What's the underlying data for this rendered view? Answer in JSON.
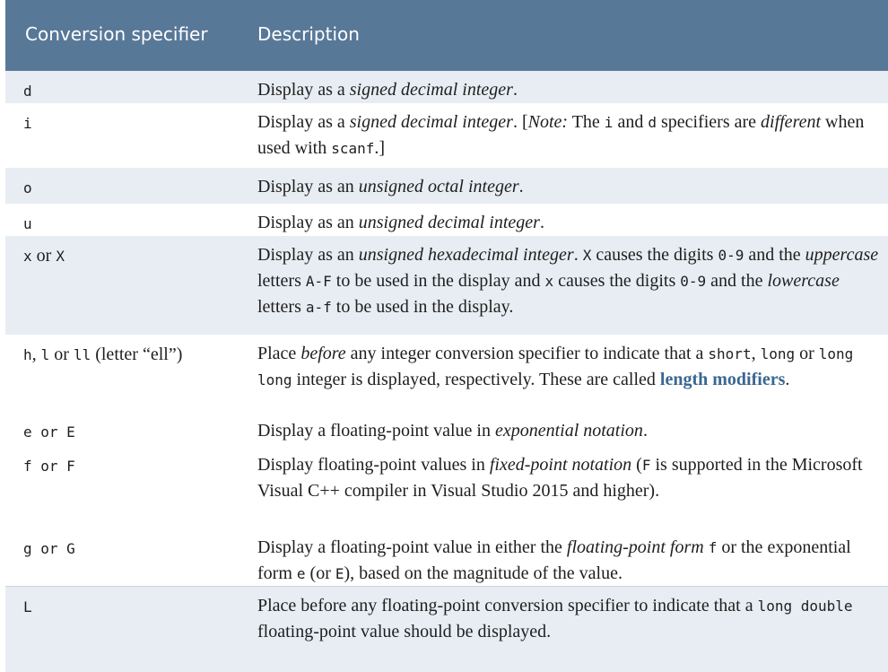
{
  "header": {
    "col1": "Conversion specifier",
    "col2": "Description"
  },
  "integer_rows": [
    {
      "spec": "d",
      "desc": [
        "Display as a ",
        "signed decimal integer",
        "."
      ]
    },
    {
      "spec": "i",
      "desc": [
        "Display as a ",
        "signed decimal integer",
        ". [",
        "Note:",
        " The ",
        "i",
        " and ",
        "d",
        " specifiers are ",
        "different",
        " when used with ",
        "scanf",
        ".]"
      ]
    },
    {
      "spec": "o",
      "desc": [
        "Display as an ",
        "unsigned octal integer",
        "."
      ]
    },
    {
      "spec": "u",
      "desc": [
        "Display as an ",
        "unsigned decimal integer",
        "."
      ]
    },
    {
      "spec": [
        "x",
        " or ",
        "X"
      ],
      "desc": [
        "Display as an ",
        "unsigned hexadecimal integer",
        ". ",
        "X",
        " causes the digits ",
        "0-9",
        " and the ",
        "uppercase",
        " letters ",
        "A-F",
        " to be used in the display and ",
        "x",
        " causes the digits ",
        "0-9",
        " and the ",
        "lowercase",
        " letters ",
        "a-f",
        " to be used in the display."
      ]
    },
    {
      "spec": [
        "h",
        ", ",
        "l",
        " or ",
        "ll",
        " (letter “ell”)"
      ],
      "desc": [
        "Place ",
        "before",
        " any integer conversion specifier to indicate that a ",
        "short",
        ", ",
        "long",
        " or ",
        "long long",
        " integer is displayed, respectively. These are called ",
        "length modifiers",
        "."
      ]
    }
  ],
  "float_rows": [
    {
      "spec": [
        "e",
        " or ",
        "E"
      ],
      "desc": [
        "Display a floating-point value in ",
        "exponential notation",
        "."
      ]
    },
    {
      "spec": [
        "f",
        " or ",
        "F"
      ],
      "desc": [
        "Display floating-point values in ",
        "fixed-point notation",
        " (",
        "F",
        " is supported in the Microsoft Visual C++ compiler in Visual Studio 2015 and higher)."
      ]
    },
    {
      "spec": [
        "g",
        " or ",
        "G"
      ],
      "desc": [
        "Display a floating-point value in either the ",
        "floating-point form",
        " ",
        "f",
        " or the exponential form ",
        "e",
        " (or ",
        "E",
        "), based on the magnitude of the value."
      ]
    },
    {
      "spec": "L",
      "desc": [
        "Place before any floating-point conversion specifier to indicate that a ",
        "long double",
        " floating-point value should be displayed."
      ]
    }
  ],
  "colors": {
    "header_bg": "#587898",
    "band_bg": "#e8edf3",
    "term": "#3a6790"
  }
}
